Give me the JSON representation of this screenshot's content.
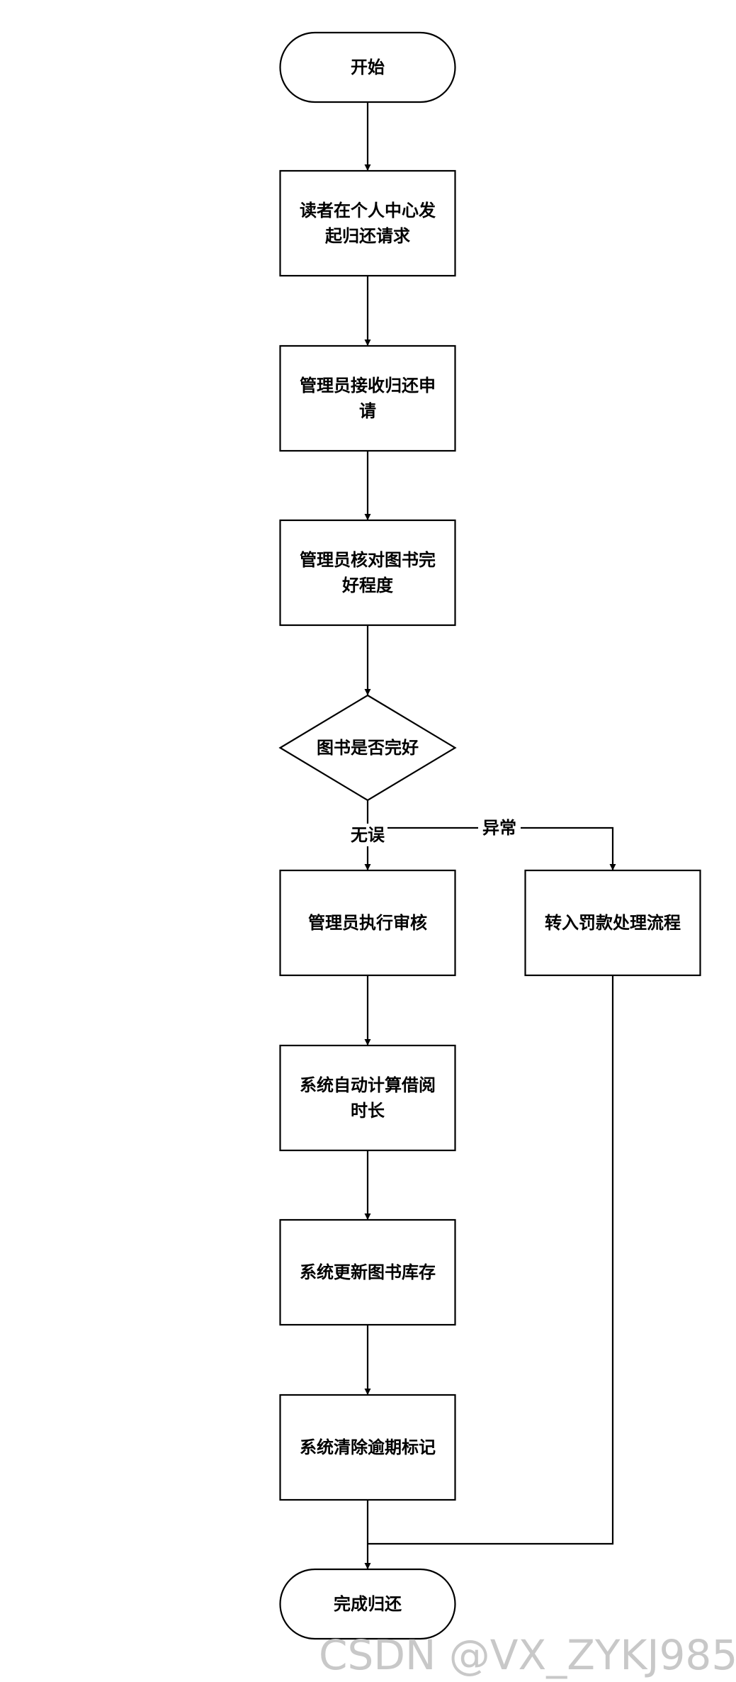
{
  "diagram": {
    "nodes": [
      {
        "id": "start",
        "shape": "terminator",
        "lines": [
          "开始"
        ]
      },
      {
        "id": "n1",
        "shape": "process",
        "lines": [
          "读者在个人中心发",
          "起归还请求"
        ]
      },
      {
        "id": "n2",
        "shape": "process",
        "lines": [
          "管理员接收归还申",
          "请"
        ]
      },
      {
        "id": "n3",
        "shape": "process",
        "lines": [
          "管理员核对图书完",
          "好程度"
        ]
      },
      {
        "id": "d1",
        "shape": "decision",
        "lines": [
          "图书是否完好"
        ]
      },
      {
        "id": "n4",
        "shape": "process",
        "lines": [
          "管理员执行审核"
        ]
      },
      {
        "id": "n5",
        "shape": "process",
        "lines": [
          "转入罚款处理流程"
        ]
      },
      {
        "id": "n6",
        "shape": "process",
        "lines": [
          "系统自动计算借阅",
          "时长"
        ]
      },
      {
        "id": "n7",
        "shape": "process",
        "lines": [
          "系统更新图书库存"
        ]
      },
      {
        "id": "n8",
        "shape": "process",
        "lines": [
          "系统清除逾期标记"
        ]
      },
      {
        "id": "end",
        "shape": "terminator",
        "lines": [
          "完成归还"
        ]
      }
    ],
    "edges": [
      {
        "from": "start",
        "to": "n1",
        "label": ""
      },
      {
        "from": "n1",
        "to": "n2",
        "label": ""
      },
      {
        "from": "n2",
        "to": "n3",
        "label": ""
      },
      {
        "from": "n3",
        "to": "d1",
        "label": ""
      },
      {
        "from": "d1",
        "to": "n4",
        "label": "无误"
      },
      {
        "from": "d1",
        "to": "n5",
        "label": "异常"
      },
      {
        "from": "n4",
        "to": "n6",
        "label": ""
      },
      {
        "from": "n6",
        "to": "n7",
        "label": ""
      },
      {
        "from": "n7",
        "to": "n8",
        "label": ""
      },
      {
        "from": "n8",
        "to": "end",
        "label": ""
      },
      {
        "from": "n5",
        "to": "end",
        "label": ""
      }
    ]
  },
  "watermark": "CSDN @VX_ZYKJ985"
}
